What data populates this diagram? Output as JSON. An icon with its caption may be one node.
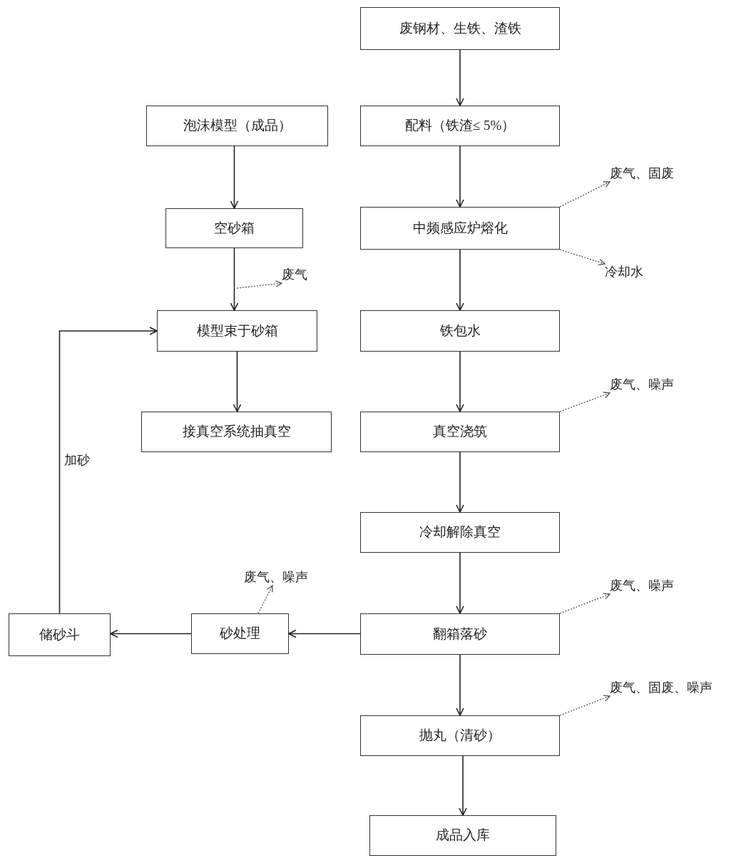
{
  "diagram": {
    "nodes": [
      {
        "text": [
          "废钢材、生铁、渣铁"
        ]
      },
      {
        "text": [
          "泡沫模型（成品）"
        ]
      },
      {
        "text": [
          "配料（铁渣≤ 5%）"
        ]
      },
      {
        "text": [
          "空砂箱"
        ]
      },
      {
        "text": [
          "中频感应炉熔化"
        ]
      },
      {
        "text": [
          "模型束于砂箱"
        ]
      },
      {
        "text": [
          "铁包水"
        ]
      },
      {
        "text": [
          "接真空系统抽真空"
        ]
      },
      {
        "text": [
          "真空浇筑"
        ]
      },
      {
        "text": [
          "冷却解除真空"
        ]
      },
      {
        "text": [
          "储砂斗"
        ]
      },
      {
        "text": [
          "砂处理"
        ]
      },
      {
        "text": [
          "翻箱落砂"
        ]
      },
      {
        "text": [
          "抛丸（清砂）"
        ]
      },
      {
        "text": [
          "成品入库"
        ]
      },
      {
        "text": [
          "废气、固废"
        ]
      },
      {
        "text": [
          "冷却水"
        ]
      },
      {
        "text": [
          "废气"
        ]
      },
      {
        "text": [
          "废气、噪声"
        ]
      },
      {
        "text": [
          "废气、噪声"
        ]
      },
      {
        "text": [
          "废气、噪声"
        ]
      },
      {
        "text": [
          "废气、固废、噪声"
        ]
      }
    ],
    "edges": [
      {
        "from": 0,
        "to": 2,
        "arrow": "to"
      },
      {
        "from": 2,
        "to": 4,
        "arrow": "to"
      },
      {
        "from": 4,
        "to": 6,
        "arrow": "to"
      },
      {
        "from": 6,
        "to": 8,
        "arrow": "to"
      },
      {
        "from": 8,
        "to": 9,
        "arrow": "to"
      },
      {
        "from": 9,
        "to": 12,
        "arrow": "to"
      },
      {
        "from": 12,
        "to": 13,
        "arrow": "to"
      },
      {
        "from": 13,
        "to": 14,
        "arrow": "to"
      },
      {
        "from": 1,
        "to": 3,
        "arrow": "to"
      },
      {
        "from": 3,
        "to": 5,
        "arrow": "to"
      },
      {
        "from": 5,
        "to": 7,
        "arrow": "to"
      },
      {
        "from": 12,
        "to": 11,
        "arrow": "to"
      },
      {
        "from": 11,
        "to": 10,
        "arrow": "to"
      },
      {
        "from": 10,
        "to": 5,
        "arrow": "to",
        "label": "加砂"
      },
      {
        "from": 4,
        "to": 15,
        "arrow": "to",
        "style": "dashed"
      },
      {
        "from": 4,
        "to": 16,
        "arrow": "to",
        "style": "dashed"
      },
      {
        "from": null,
        "to": 17,
        "arrow": "to",
        "style": "dashed"
      },
      {
        "from": 8,
        "to": 18,
        "arrow": "to",
        "style": "dashed"
      },
      {
        "from": 11,
        "to": 19,
        "arrow": "to",
        "style": "dashed"
      },
      {
        "from": 12,
        "to": 20,
        "arrow": "to",
        "style": "dashed"
      },
      {
        "from": 13,
        "to": 21,
        "arrow": "to",
        "style": "dashed"
      }
    ]
  }
}
